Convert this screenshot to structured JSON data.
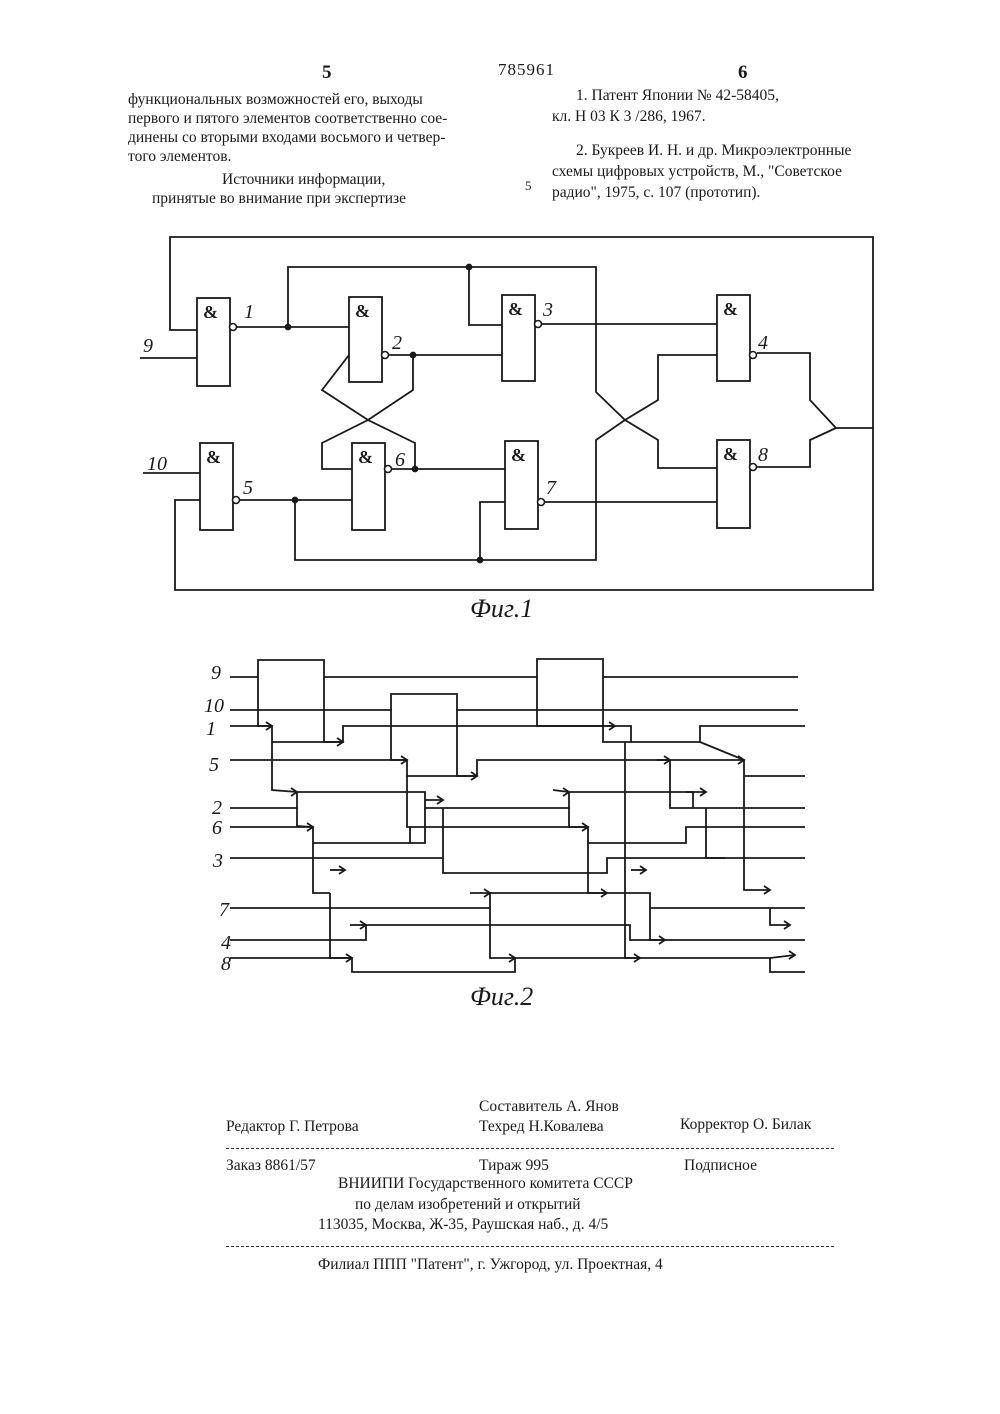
{
  "header": {
    "left_page": "5",
    "patent_number": "785961",
    "right_page": "6"
  },
  "left_column": {
    "lines": [
      "функциональных возможностей его, выходы",
      "первого и пятого элементов соответственно сое-",
      "динены со вторыми входами восьмого и четвер-",
      "того элементов."
    ],
    "sources_title": "Источники информации,",
    "sources_subtitle": "принятые во внимание при экспертизе",
    "margin_number": "5"
  },
  "right_column": {
    "ref1_line1": "1. Патент Японии № 42-58405,",
    "ref1_line2": "кл. Н 03 К 3 /286, 1967.",
    "ref2_line1": "2. Букреев И. Н. и др. Микроэлектронные",
    "ref2_line2": "схемы цифровых устройств, М., \"Советское",
    "ref2_line3": "радио\", 1975, с. 107 (прототип)."
  },
  "figure1": {
    "caption": "Фиг.1",
    "gate_symbol": "&",
    "node_labels": [
      "1",
      "2",
      "3",
      "4",
      "5",
      "6",
      "7",
      "8"
    ],
    "input_labels": [
      "9",
      "10"
    ]
  },
  "figure2": {
    "caption": "Фиг.2",
    "row_labels": [
      "9",
      "10",
      "1",
      "5",
      "2",
      "6",
      "3",
      "7",
      "4",
      "8"
    ]
  },
  "imprint": {
    "compiler": "Составитель   А. Янов",
    "editor": "Редактор   Г. Петрова",
    "techred": "Техред     Н.Ковалева",
    "corrector": "Корректор О. Билак",
    "order": "Заказ 8861/57",
    "circulation": "Тираж 995",
    "subscription": "Подписное",
    "org_line1": "ВНИИПИ Государственного комитета СССР",
    "org_line2": "по делам изобретений и открытий",
    "org_line3": "113035, Москва, Ж-35, Раушская наб., д. 4/5",
    "branch": "Филиал ППП \"Патент\", г. Ужгород, ул. Проектная, 4"
  }
}
